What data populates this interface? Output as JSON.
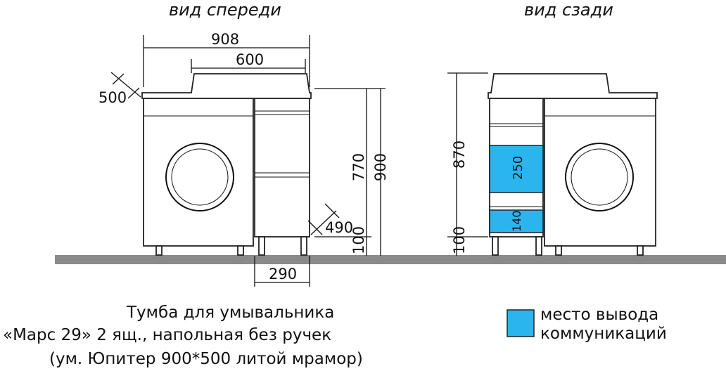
{
  "views": {
    "front": {
      "title": "вид спереди"
    },
    "back": {
      "title": "вид сзади"
    }
  },
  "dimensions": {
    "width_total": "908",
    "width_top": "600",
    "depth": "500",
    "height_body": "770",
    "height_total": "900",
    "depth_drawer": "490",
    "leg_height_front": "100",
    "width_drawer": "290",
    "height_back": "870",
    "back_zone_upper": "250",
    "back_zone_lower": "140",
    "leg_height_back": "100"
  },
  "caption": {
    "line1": "Тумба для умывальника",
    "line2": "«Марс 29» 2 ящ., напольная без ручек",
    "line3": "(ум. Юпитер 900*500 литой мрамор)"
  },
  "legend": {
    "line1": "место вывода",
    "line2": "коммуникаций",
    "color": "#2bb5ee"
  },
  "colors": {
    "floor": "#8a8a8a",
    "communication_zone": "#2bb5ee"
  }
}
